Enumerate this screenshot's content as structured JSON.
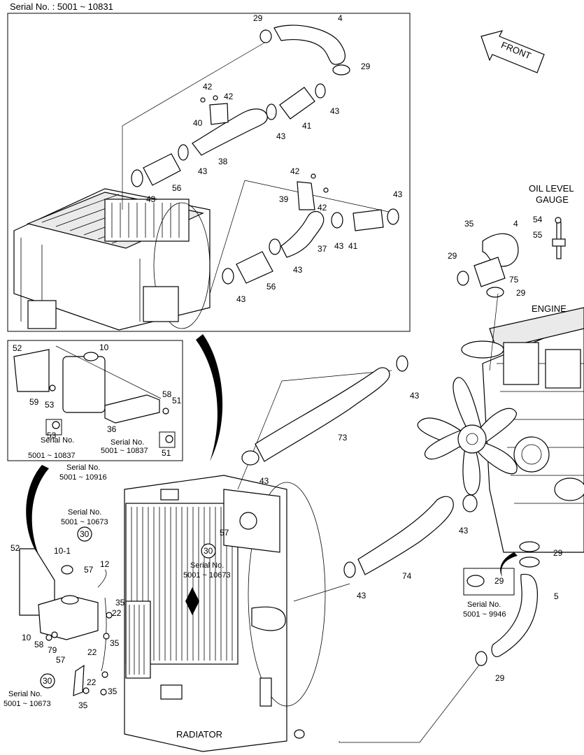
{
  "header": {
    "serial_range": "Serial No. : 5001 ~ 10831"
  },
  "callouts": {
    "front": "FRONT",
    "oil_level_gauge": [
      "OIL LEVEL",
      "GAUGE"
    ],
    "engine": "ENGINE",
    "radiator": "RADIATOR"
  },
  "serial_notes": {
    "inset_53": [
      "Serial No.",
      "5001 ~ 10837"
    ],
    "inset_51": [
      "Serial No.",
      "5001 ~ 10837"
    ],
    "tank_top": [
      "Serial No.",
      "5001 ~ 10916"
    ],
    "left_30_top": [
      "Serial No.",
      "5001 ~ 10673"
    ],
    "left_30_bottom": [
      "Serial No.",
      "5001 ~ 10673"
    ],
    "center_30": [
      "Serial No.",
      "5001 ~ 10673"
    ],
    "right_29": [
      "Serial No.",
      "5001 ~ 9946"
    ]
  },
  "circled_refs": {
    "a": "30",
    "b": "30",
    "c": "30"
  },
  "part_labels": [
    {
      "id": "p29a",
      "text": "29"
    },
    {
      "id": "p4a",
      "text": "4"
    },
    {
      "id": "p29b",
      "text": "29"
    },
    {
      "id": "p42a",
      "text": "42"
    },
    {
      "id": "p42b",
      "text": "42"
    },
    {
      "id": "p40",
      "text": "40"
    },
    {
      "id": "p43a",
      "text": "43"
    },
    {
      "id": "p43b",
      "text": "43"
    },
    {
      "id": "p41a",
      "text": "41"
    },
    {
      "id": "p38",
      "text": "38"
    },
    {
      "id": "p43c",
      "text": "43"
    },
    {
      "id": "p56a",
      "text": "56"
    },
    {
      "id": "p43d",
      "text": "43"
    },
    {
      "id": "p42c",
      "text": "42"
    },
    {
      "id": "p39",
      "text": "39"
    },
    {
      "id": "p42d",
      "text": "42"
    },
    {
      "id": "p43e",
      "text": "43"
    },
    {
      "id": "p43f",
      "text": "43"
    },
    {
      "id": "p41b",
      "text": "41"
    },
    {
      "id": "p37",
      "text": "37"
    },
    {
      "id": "p43g",
      "text": "43"
    },
    {
      "id": "p56b",
      "text": "56"
    },
    {
      "id": "p43h",
      "text": "43"
    },
    {
      "id": "p54",
      "text": "54"
    },
    {
      "id": "p55",
      "text": "55"
    },
    {
      "id": "p35a",
      "text": "35"
    },
    {
      "id": "p4b",
      "text": "4"
    },
    {
      "id": "p29c",
      "text": "29"
    },
    {
      "id": "p75",
      "text": "75"
    },
    {
      "id": "p29d",
      "text": "29"
    },
    {
      "id": "p52a",
      "text": "52"
    },
    {
      "id": "p10a",
      "text": "10"
    },
    {
      "id": "p59",
      "text": "59"
    },
    {
      "id": "p53a",
      "text": "53"
    },
    {
      "id": "p58a",
      "text": "58"
    },
    {
      "id": "p51a",
      "text": "51"
    },
    {
      "id": "p36",
      "text": "36"
    },
    {
      "id": "p53b",
      "text": "53"
    },
    {
      "id": "p51b",
      "text": "51"
    },
    {
      "id": "p43i",
      "text": "43"
    },
    {
      "id": "p73",
      "text": "73"
    },
    {
      "id": "p43j",
      "text": "43"
    },
    {
      "id": "p43k",
      "text": "43"
    },
    {
      "id": "p29e",
      "text": "29"
    },
    {
      "id": "p29f",
      "text": "29"
    },
    {
      "id": "p5",
      "text": "5"
    },
    {
      "id": "p43l",
      "text": "43"
    },
    {
      "id": "p74",
      "text": "74"
    },
    {
      "id": "p57a",
      "text": "57"
    },
    {
      "id": "p52b",
      "text": "52"
    },
    {
      "id": "p10-1",
      "text": "10-1"
    },
    {
      "id": "p57b",
      "text": "57"
    },
    {
      "id": "p12",
      "text": "12"
    },
    {
      "id": "p35b",
      "text": "35"
    },
    {
      "id": "p22a",
      "text": "22"
    },
    {
      "id": "p35c",
      "text": "35"
    },
    {
      "id": "p10b",
      "text": "10"
    },
    {
      "id": "p58b",
      "text": "58"
    },
    {
      "id": "p79",
      "text": "79"
    },
    {
      "id": "p57c",
      "text": "57"
    },
    {
      "id": "p22b",
      "text": "22"
    },
    {
      "id": "p22c",
      "text": "22"
    },
    {
      "id": "p35d",
      "text": "35"
    },
    {
      "id": "p35e",
      "text": "35"
    },
    {
      "id": "p29g",
      "text": "29"
    }
  ]
}
